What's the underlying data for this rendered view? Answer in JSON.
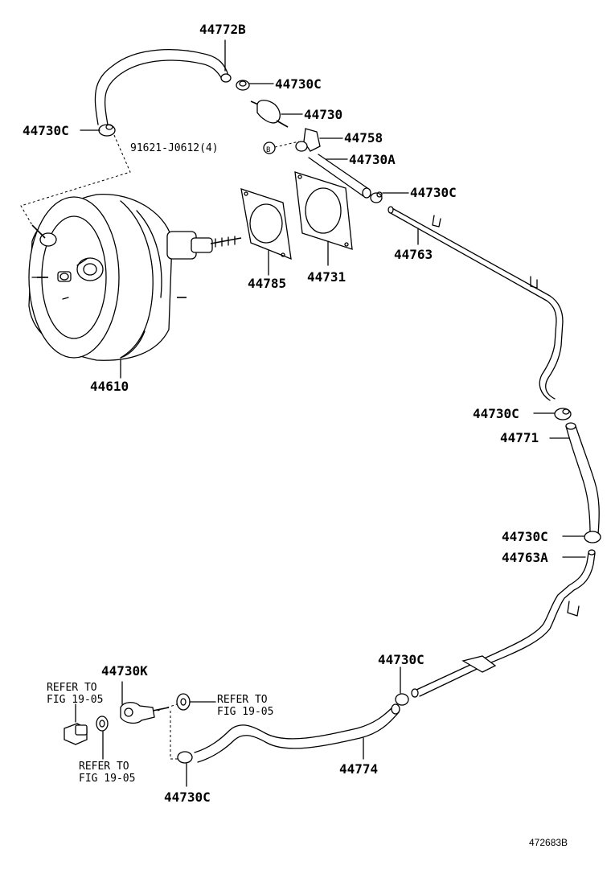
{
  "labels": {
    "p44772B": "44772B",
    "p44730C_top": "44730C",
    "p44730": "44730",
    "p44730C_left": "44730C",
    "p91621": "91621-J0612(4)",
    "p91621_badge": "B",
    "p44758": "44758",
    "p44730A": "44730A",
    "p44730C_mid": "44730C",
    "p44763": "44763",
    "p44785": "44785",
    "p44731": "44731",
    "p44610": "44610",
    "p44730C_r1": "44730C",
    "p44771": "44771",
    "p44730C_r2": "44730C",
    "p44763A": "44763A",
    "p44730C_bot": "44730C",
    "p44730K": "44730K",
    "refer1_a": "REFER TO",
    "refer1_b": "FIG 19-05",
    "refer2_a": "REFER TO",
    "refer2_b": "FIG 19-05",
    "refer3_a": "REFER TO",
    "refer3_b": "FIG 19-05",
    "p44774": "44774",
    "p44730C_low": "44730C",
    "drawing_id": "472683B"
  }
}
